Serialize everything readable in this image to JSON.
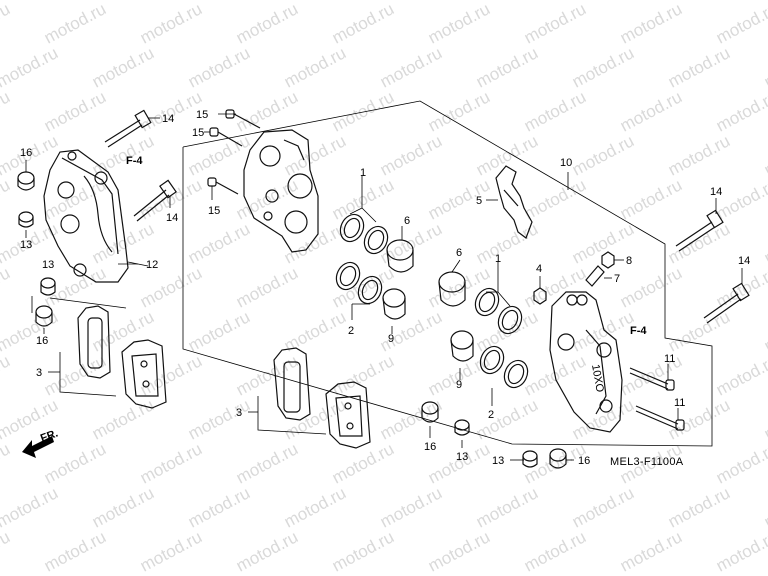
{
  "watermark": "motod.ru",
  "diagram_code": "MEL3-F1100A",
  "direction_label": "FR.",
  "ref_labels": {
    "f4_left": "F-4",
    "f4_right": "F-4"
  },
  "part_numbers": {
    "p1a": "1",
    "p1b": "1",
    "p2a": "2",
    "p2b": "2",
    "p3a": "3",
    "p3b": "3",
    "p4": "4",
    "p5": "5",
    "p6a": "6",
    "p6b": "6",
    "p7": "7",
    "p8": "8",
    "p9a": "9",
    "p9b": "9",
    "p10": "10",
    "p11a": "11",
    "p11b": "11",
    "p12": "12",
    "p13a": "13",
    "p13b": "13",
    "p13c": "13",
    "p13d": "13",
    "p14a": "14",
    "p14b": "14",
    "p14c": "14",
    "p14d": "14",
    "p15a": "15",
    "p15b": "15",
    "p15c": "15",
    "p16a": "16",
    "p16b": "16",
    "p16c": "16",
    "p16d": "16"
  },
  "caliper_marking": "10XO"
}
